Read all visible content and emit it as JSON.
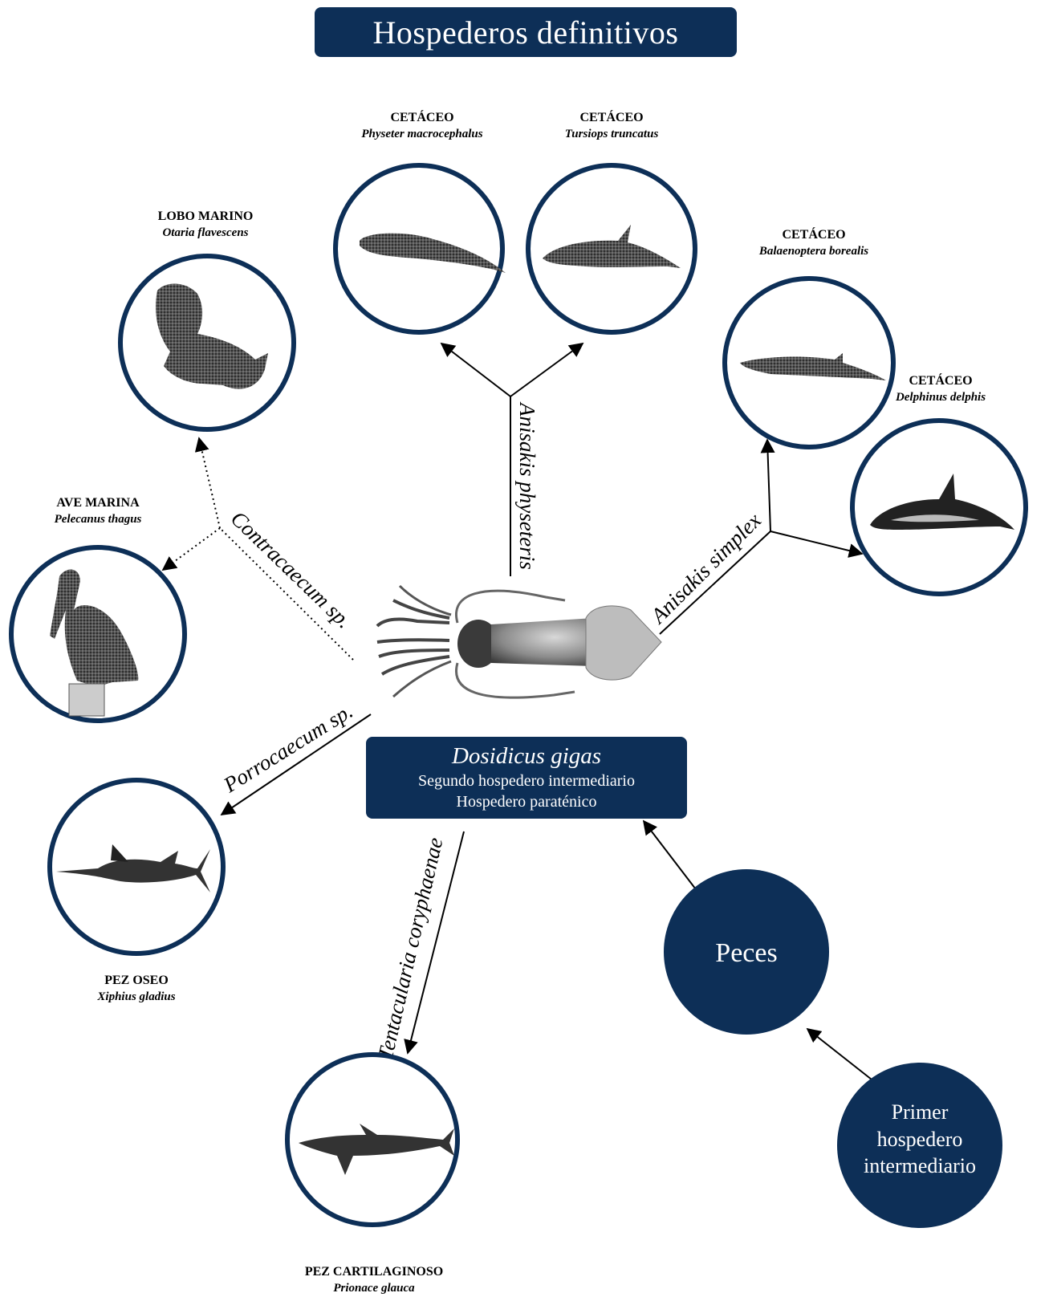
{
  "title": "Hospederos definitivos",
  "center": {
    "species": "Dosidicus gigas",
    "role_1": "Segundo hospedero intermediario",
    "role_2": "Hospedero paraténico"
  },
  "hosts": {
    "sperm_whale": {
      "category": "CETÁCEO",
      "species": "Physeter macrocephalus"
    },
    "bottlenose": {
      "category": "CETÁCEO",
      "species": "Tursiops truncatus"
    },
    "sea_lion": {
      "category": "LOBO MARINO",
      "species": "Otaria flavescens"
    },
    "sei_whale": {
      "category": "CETÁCEO",
      "species": "Balaenoptera borealis"
    },
    "common_dolphin": {
      "category": "CETÁCEO",
      "species": "Delphinus delphis"
    },
    "pelican": {
      "category": "AVE MARINA",
      "species": "Pelecanus thagus"
    },
    "swordfish": {
      "category": "PEZ OSEO",
      "species": "Xiphius gladius"
    },
    "blue_shark": {
      "category": "PEZ CARTILAGINOSO",
      "species": "Prionace glauca"
    }
  },
  "parasites": {
    "physeteris": "Anisakis physeteris",
    "simplex": "Anisakis simplex",
    "contracaecum": "Contracaecum sp.",
    "porrocaecum": "Porrocaecum sp.",
    "tentacularia": "Tentacularia coryphaenae"
  },
  "upstream": {
    "peces": "Peces",
    "primer_1": "Primer",
    "primer_2": "hospedero",
    "primer_3": "intermediario"
  },
  "colors": {
    "navy": "#0d2f57",
    "text_on_navy": "#ffffff",
    "line": "#000000"
  }
}
